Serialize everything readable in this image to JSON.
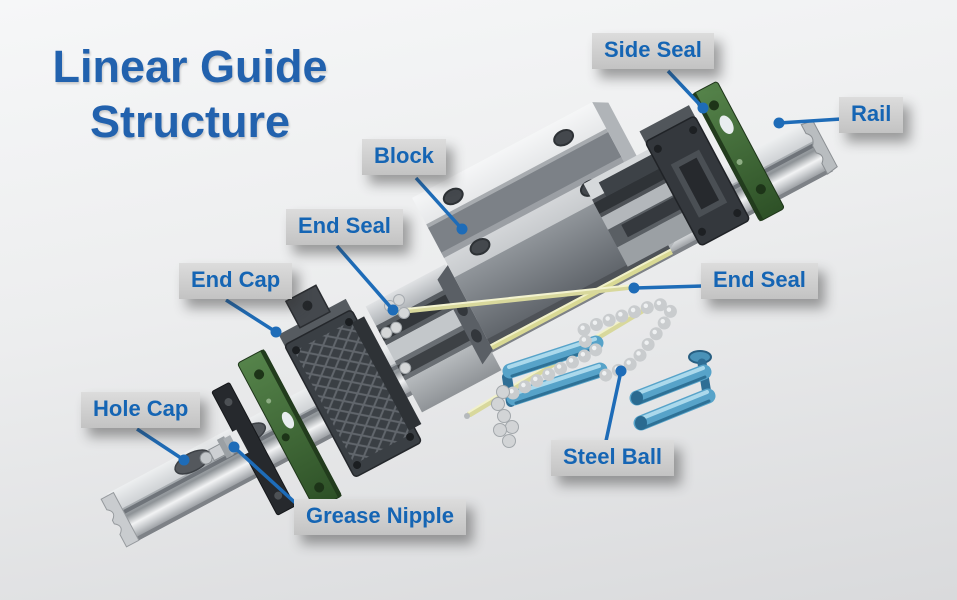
{
  "title": "Linear Guide Structure",
  "labels": {
    "side_seal": "Side Seal",
    "rail": "Rail",
    "block": "Block",
    "end_seal_left": "End Seal",
    "end_seal_right": "End Seal",
    "end_cap": "End Cap",
    "hole_cap": "Hole Cap",
    "steel_ball": "Steel Ball",
    "grease_nipple": "Grease Nipple"
  },
  "parts": [
    "Side Seal",
    "Rail",
    "Block",
    "End Seal",
    "End Cap",
    "Hole Cap",
    "Steel Ball",
    "Grease Nipple"
  ],
  "colors": {
    "title_text": "#2262AE",
    "label_text": "#1565B4",
    "leader_line": "#1E6CB8",
    "label_box_top": "#DCDCDC",
    "label_box_bottom": "#C3C3C3",
    "background_top": "#F6F7F8",
    "background_bottom": "#D9DADC",
    "metal_light": "#E7E9EB",
    "metal_mid": "#9EA3A8",
    "metal_dark": "#3A3F44",
    "seal_plate_green": "#4F7D42",
    "end_seal_strip_yellow": "#D8D89C",
    "tube_blue": "#57A3C9",
    "steel_ball_gray": "#C9CCCE"
  }
}
